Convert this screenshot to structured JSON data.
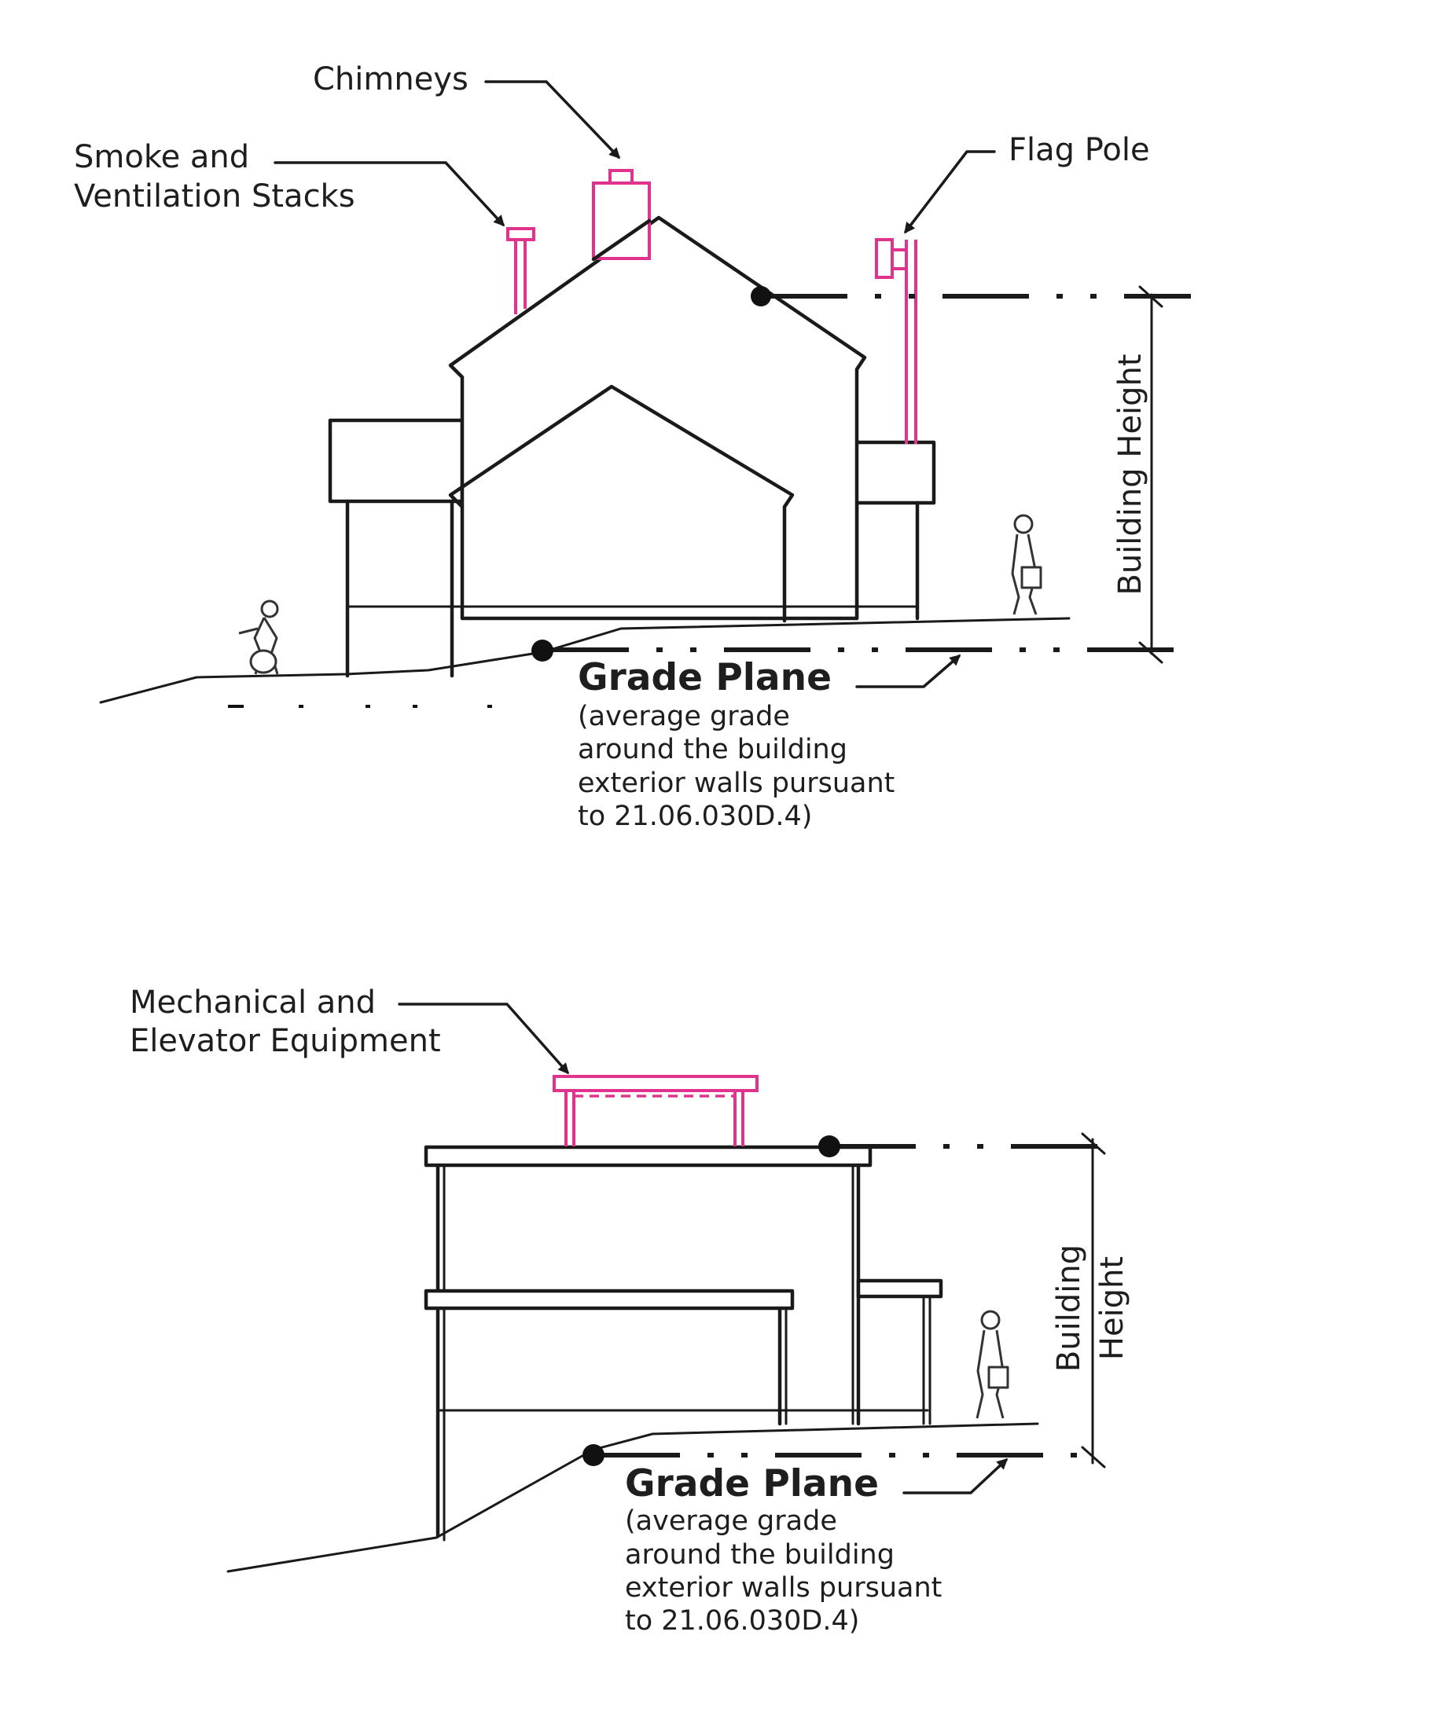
{
  "top_figure": {
    "callouts": {
      "chimneys": "Chimneys",
      "smoke_line1": "Smoke and",
      "smoke_line2": "Ventilation Stacks",
      "flag_pole": "Flag Pole"
    },
    "building_height_label": "Building Height",
    "grade_plane": {
      "title": "Grade Plane",
      "lines": [
        "(average grade",
        "around the building",
        "exterior walls pursuant",
        "to 21.06.030D.4)"
      ]
    }
  },
  "bottom_figure": {
    "callouts": {
      "mech_line1": "Mechanical and",
      "mech_line2": "Elevator Equipment"
    },
    "building_height_label_line1": "Building",
    "building_height_label_line2": "Height",
    "grade_plane": {
      "title": "Grade Plane",
      "lines": [
        "(average grade",
        "around the building",
        "exterior walls pursuant",
        "to 21.06.030D.4)"
      ]
    }
  },
  "colors": {
    "ink": "#1a1a1a",
    "accent_pink": "#e0338e",
    "background": "#ffffff"
  }
}
